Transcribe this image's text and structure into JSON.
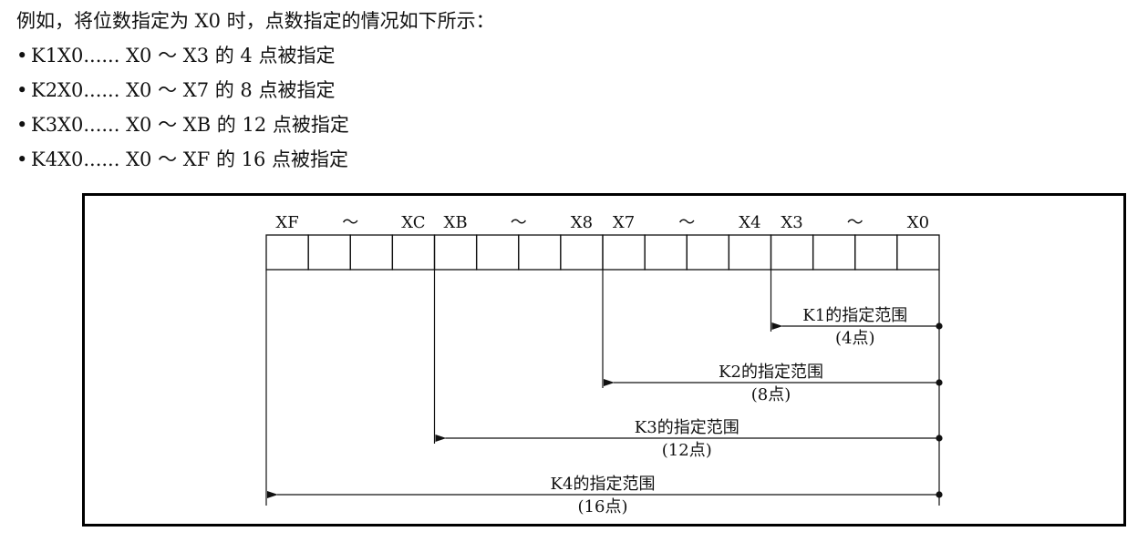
{
  "intro": "例如，将位数指定为 X0 时，点数指定的情况如下所示：",
  "bullets": [
    {
      "text": "K1X0...... X0 ～ X3 的 4 点被指定"
    },
    {
      "text": "K2X0...... X0 ～ X7 的 8 点被指定"
    },
    {
      "text": "K3X0...... X0 ～ XB 的 12 点被指定"
    },
    {
      "text": "K4X0...... X0 ～ XF 的 16 点被指定"
    }
  ],
  "bullet_symbol": "•",
  "diagram": {
    "bit_count": 16,
    "header_labels": [
      "XF",
      "～",
      "XC",
      "XB",
      "～",
      "X8",
      "X7",
      "～",
      "X4",
      "X3",
      "～",
      "X0"
    ],
    "ranges": [
      {
        "label": "K1的指定范围",
        "points": "(4点)",
        "bits": 4
      },
      {
        "label": "K2的指定范围",
        "points": "(8点)",
        "bits": 8
      },
      {
        "label": "K3的指定范围",
        "points": "(12点)",
        "bits": 12
      },
      {
        "label": "K4的指定范围",
        "points": "(16点)",
        "bits": 16
      }
    ]
  }
}
